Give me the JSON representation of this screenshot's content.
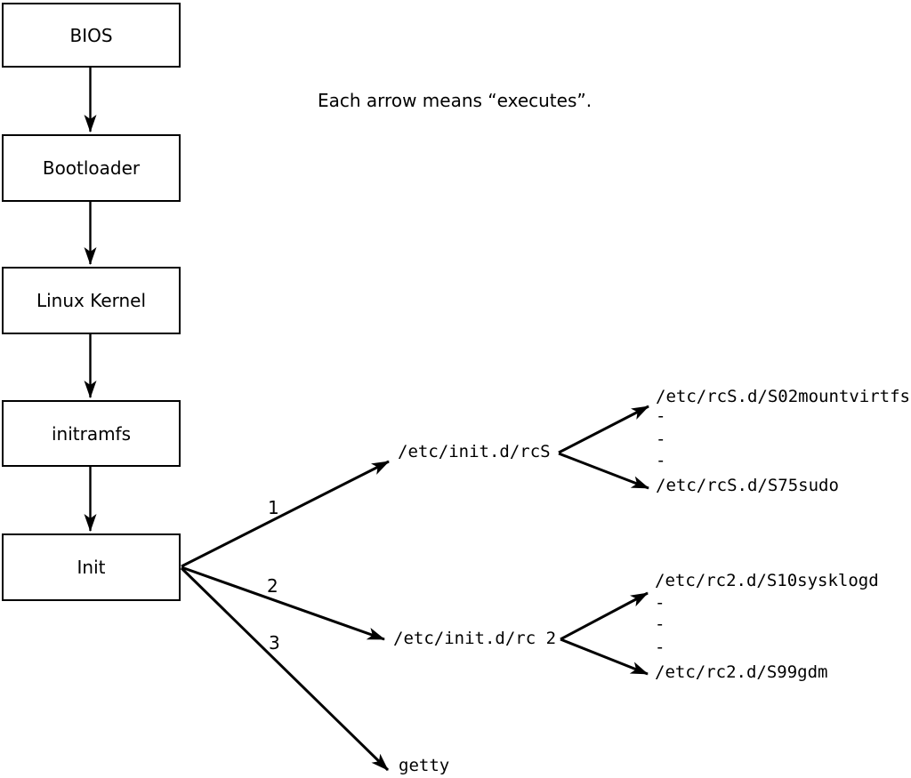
{
  "diagram": {
    "note": "Each arrow means “executes”.",
    "chain": [
      {
        "label": "BIOS"
      },
      {
        "label": "Bootloader"
      },
      {
        "label": "Linux Kernel"
      },
      {
        "label": "initramfs"
      },
      {
        "label": "Init"
      }
    ],
    "branches": [
      {
        "order": "1",
        "target": "/etc/init.d/rcS"
      },
      {
        "order": "2",
        "target": "/etc/init.d/rc 2"
      },
      {
        "order": "3",
        "target": "getty"
      }
    ],
    "rcS_scripts": {
      "first": "/etc/rcS.d/S02mountvirtfs",
      "ellipsis": [
        "-",
        "-",
        "-"
      ],
      "last": "/etc/rcS.d/S75sudo"
    },
    "rc2_scripts": {
      "first": "/etc/rc2.d/S10sysklogd",
      "ellipsis": [
        "-",
        "-",
        "-"
      ],
      "last": "/etc/rc2.d/S99gdm"
    }
  }
}
